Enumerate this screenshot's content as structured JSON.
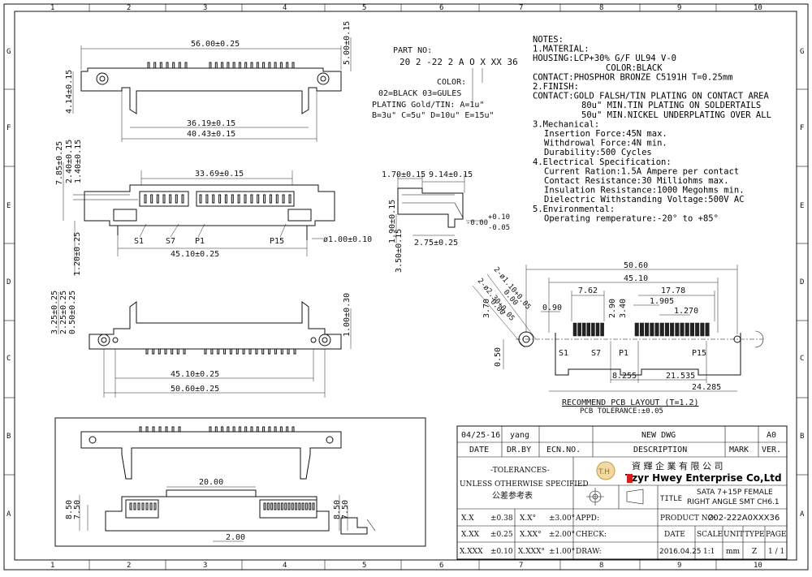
{
  "grid": {
    "cols": [
      "1",
      "2",
      "3",
      "4",
      "5",
      "6",
      "7",
      "8",
      "9",
      "10"
    ],
    "rows": [
      "G",
      "F",
      "E",
      "D",
      "C",
      "B",
      "A"
    ]
  },
  "dims_top": {
    "w56": "56.00±0.25",
    "h5": "5.00±0.15",
    "h414": "4.14±0.15",
    "w3619": "36.19±0.15",
    "w4043": "40.43±0.15"
  },
  "dims_side": {
    "h785": "7.85±0.25",
    "h240": "2.40±0.15",
    "h140": "1.40±0.15",
    "w3369": "33.69±0.15",
    "h120": "1.20±0.25",
    "w4510": "45.10±0.25",
    "dia": "ø1.00±0.10",
    "s1": "S1",
    "s7": "S7",
    "p1": "P1",
    "p15": "P15"
  },
  "dims_end": {
    "w170": "1.70±0.15",
    "w914": "9.14±0.15",
    "h190": "1.90±0.15",
    "h350": "3.50±0.15",
    "w275": "2.75±0.25",
    "tol_top": "+0.10",
    "tol_mid": "-0.00",
    "tol_bot": "-0.05"
  },
  "dims_bottom": {
    "h325": "3.25±0.25",
    "h225": "2.25±0.25",
    "h050": "0.50±0.25",
    "h100": "1.00±0.30",
    "w4510": "45.10±0.25",
    "w5060": "50.60±0.25"
  },
  "part_no": {
    "label": "PART NO:",
    "code": "20 2 -22 2 A O X XX 36",
    "color": "COLOR:",
    "color_opts": "02=BLACK 03=GULES",
    "plating": "PLATING Gold/TIN: A=1u\"",
    "plating_opts": "B=3u\" C=5u\" D=10u\" E=15u\""
  },
  "notes": [
    "NOTES:",
    "1.MATERIAL:",
    "HOUSING:LCP+30% G/F UL94 V-0",
    "COLOR:BLACK",
    "CONTACT:PHOSPHOR BRONZE C5191H T=0.25mm",
    "2.FINISH:",
    "CONTACT:GOLD FALSH/TIN PLATING ON CONTACT AREA",
    "80u\" MIN.TIN PLATING ON SOLDERTAILS",
    "50u\" MIN.NICKEL UNDERPLATING OVER ALL",
    "3.Mechanical:",
    "Insertion Force:45N max.",
    "Withdrowal Force:4N min.",
    "Durability:500 Cycles",
    "4.Electrical Specification:",
    "Current Ration:1.5A Ampere per contact",
    "Contact Resistance:30 Milliohms max.",
    "Insulation Resistance:1000 Megohms min.",
    "Dielectric Withstanding Voltage:500V AC",
    "5.Environmental:",
    "Operating remperature:-20° to +85°"
  ],
  "pcb": {
    "w5060": "50.60",
    "w4510": "45.10",
    "w762": "7.62",
    "w1778": "17.78",
    "w1905": "1.905",
    "w1270": "1.270",
    "w090": "0.90",
    "h290": "2.90",
    "h340": "3.40",
    "h370": "3.70",
    "h050": "0.50",
    "w8255": "8.255",
    "w21535": "21.535",
    "w24285": "24.285",
    "hole1": "2-ø1.10+0.05",
    "hole2": "2-ø2.30+0.05",
    "hole1b": "0.00",
    "hole2b": "0.00",
    "s1": "S1",
    "s7": "S7",
    "p1": "P1",
    "p15": "P15",
    "title": "RECOMMEND PCB LAYOUT (T=1.2)",
    "tol": "PCB TOLERANCE:±0.05"
  },
  "detail": {
    "w2000": "20.00",
    "w200": "2.00",
    "h850": "8.50",
    "h750": "7.50",
    "h850b": "8.50",
    "h750b": "7.50"
  },
  "title_block": {
    "rev_date": "04/25-16",
    "rev_by": "yang",
    "rev_desc": "NEW DWG",
    "rev_ver": "A0",
    "h_date": "DATE",
    "h_drby": "DR.BY",
    "h_ecn": "ECN.NO.",
    "h_desc": "DESCRIPTION",
    "h_mark": "MARK",
    "h_ver": "VER.",
    "tol1": "-TOLERANCES-",
    "tol2": "UNLESS OTHERWISE SPECIFIED",
    "tol3": "公差参考表",
    "company_cn": "資 輝 企 業 有 限 公 司",
    "company_en": "Tzyr Hwey Enterprise Co,Ltd",
    "logo": "T.H",
    "title_label": "TITLE",
    "title1": "SATA 7+15P FEMALE",
    "title2": "RIGHT ANGLE SMT CH6.1",
    "r1a": "X.X",
    "r1b": "±0.38",
    "r1c": "X.X°",
    "r1d": "±3.00°",
    "appd": "APPD:",
    "product_label": "PRODUCT NO:",
    "product_no": "202-222A0XXX36",
    "r2a": "X.XX",
    "r2b": "±0.25",
    "r2c": "X.XX°",
    "r2d": "±2.00°",
    "check": "CHECK:",
    "h_date2": "DATE",
    "h_scale": "SCALE",
    "h_unit": "UNIT",
    "h_type": "TYPE",
    "h_page": "PAGE",
    "r3a": "X.XXX",
    "r3b": "±0.10",
    "r3c": "X.XXX°",
    "r3d": "±1.00°",
    "draw": "DRAW:",
    "v_date": "2016.04.25",
    "v_scale": "1:1",
    "v_unit": "mm",
    "v_type": "Z",
    "v_page": "1 / 1"
  }
}
